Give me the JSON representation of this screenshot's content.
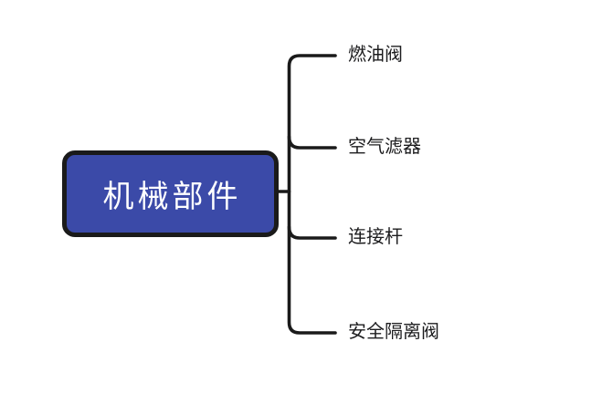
{
  "diagram": {
    "root": {
      "label": "机械部件"
    },
    "branches": [
      {
        "label": "燃油阀"
      },
      {
        "label": "空气滤器"
      },
      {
        "label": "连接杆"
      },
      {
        "label": "安全隔离阀"
      }
    ],
    "colors": {
      "background": "#ffffff",
      "line": "#1a1a1a",
      "root_fill": "#3b4aa8",
      "root_text": "#ffffff",
      "branch_text": "#1c1c1e"
    }
  }
}
